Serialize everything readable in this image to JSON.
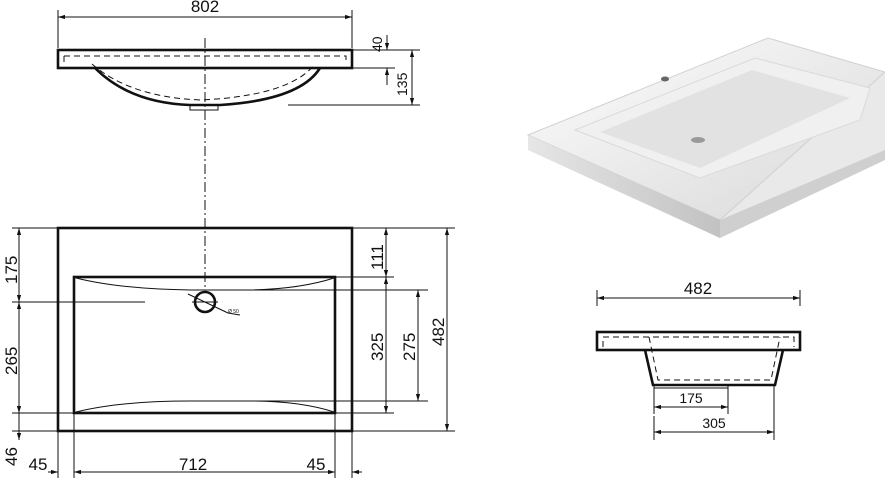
{
  "drawing": {
    "top_view": {
      "width": "802",
      "rim": "40",
      "depth": "135"
    },
    "plan_view": {
      "left": [
        "175",
        "265",
        "46"
      ],
      "bottom": [
        "45",
        "712",
        "45"
      ],
      "right": [
        "111",
        "325",
        "275",
        "482"
      ],
      "drain": "Ø 50"
    },
    "side_view": {
      "width": "482",
      "bowl_top": "175",
      "bowl_bottom": "305"
    }
  },
  "colors": {
    "line": "#111111",
    "background": "#ffffff"
  }
}
